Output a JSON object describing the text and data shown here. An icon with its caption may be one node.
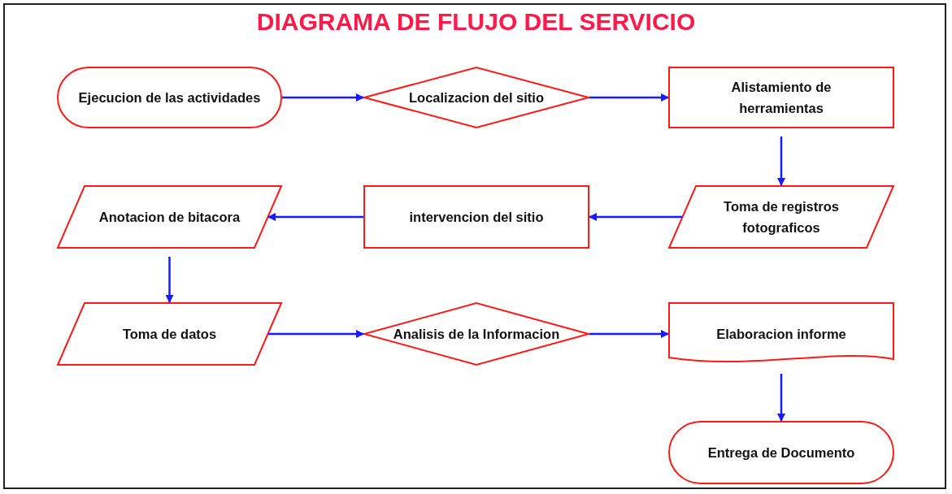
{
  "diagram": {
    "title": "DIAGRAMA DE FLUJO DEL SERVICIO",
    "nodes": [
      {
        "text": [
          "Ejecucion de las actividades"
        ]
      },
      {
        "text": [
          "Localizacion del sitio"
        ]
      },
      {
        "text": [
          "Alistamiento de herramientas"
        ]
      },
      {
        "text": [
          "Toma de registros fotograficos"
        ]
      },
      {
        "text": [
          "intervencion del sitio"
        ]
      },
      {
        "text": [
          "Anotacion de bitacora"
        ]
      },
      {
        "text": [
          "Toma de datos"
        ]
      },
      {
        "text": [
          "Analisis de la Informacion"
        ]
      },
      {
        "text": [
          "Elaboracion informe"
        ]
      },
      {
        "text": [
          "Entrega de Documento"
        ]
      }
    ],
    "edges": [
      {
        "from": 0,
        "to": 1,
        "arrow": "to"
      },
      {
        "from": 1,
        "to": 2,
        "arrow": "to"
      },
      {
        "from": 2,
        "to": 3,
        "arrow": "to"
      },
      {
        "from": 3,
        "to": 4,
        "arrow": "to"
      },
      {
        "from": 4,
        "to": 5,
        "arrow": "to"
      },
      {
        "from": 5,
        "to": 6,
        "arrow": "to"
      },
      {
        "from": 6,
        "to": 7,
        "arrow": "to"
      },
      {
        "from": 7,
        "to": 8,
        "arrow": "to"
      },
      {
        "from": 8,
        "to": 9,
        "arrow": "to"
      }
    ]
  }
}
